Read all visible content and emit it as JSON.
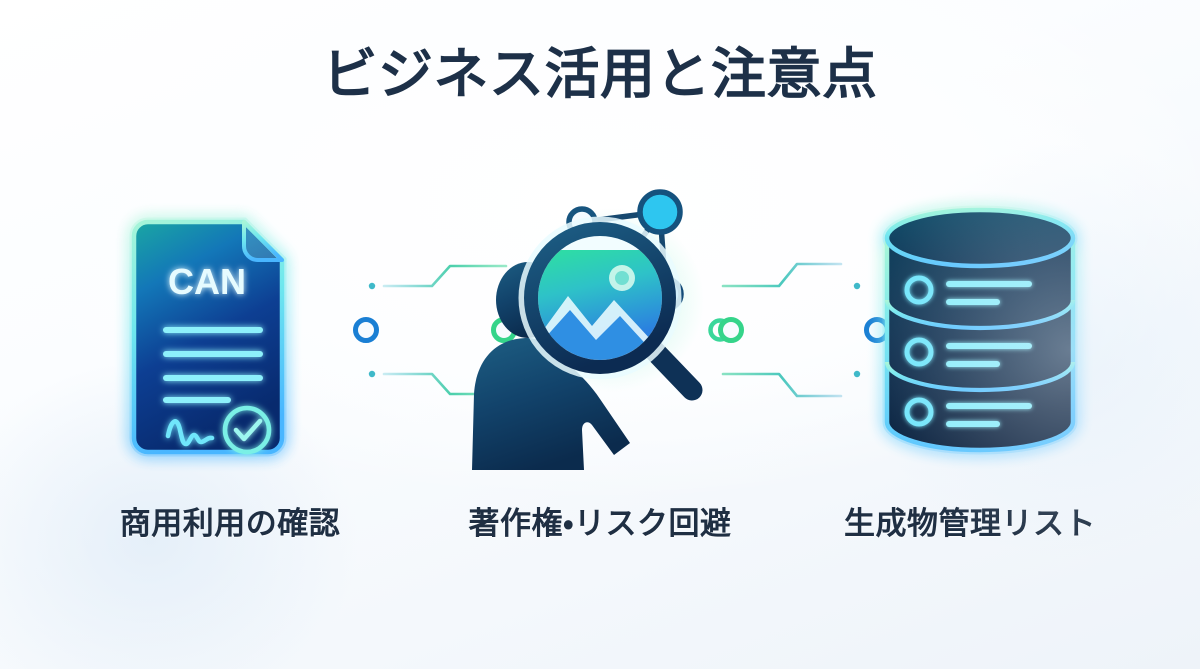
{
  "page": {
    "title": "ビジネス活用と注意点",
    "background_start": "#ffffff",
    "background_end": "#eef3f9",
    "title_color": "#1d3048",
    "label_color": "#1f2f43"
  },
  "diagram": {
    "type": "three-step-flow",
    "accent_cyan": "#3fd8f0",
    "accent_green": "#35d48a",
    "accent_blue": "#1a7fd4",
    "dark_navy": "#0d2a4d",
    "steps": [
      {
        "id": "step-1",
        "icon": "document-certificate-icon",
        "icon_text": "CAN",
        "icon_details": [
          "text-lines",
          "signature-squiggle",
          "check-circle"
        ],
        "label": "商用利用の確認"
      },
      {
        "id": "step-2",
        "icon": "person-magnifier-image-icon",
        "icon_details": [
          "person-silhouette",
          "magnifying-glass",
          "photo-thumbnail",
          "network-nodes"
        ],
        "label": "著作権・リスク回避"
      },
      {
        "id": "step-3",
        "icon": "database-stack-icon",
        "icon_details": [
          "three-tier-cylinder",
          "record-rows"
        ],
        "label": "生成物管理リスト"
      }
    ],
    "connectors": [
      {
        "id": "connector-1",
        "from": "step-1",
        "to": "step-2",
        "start_node_color": "#1a7fd4",
        "end_node_color": "#35d48a"
      },
      {
        "id": "connector-2",
        "from": "step-2",
        "to": "step-3",
        "start_node_color": "#35d48a",
        "end_node_color": "#1a7fd4"
      }
    ]
  }
}
